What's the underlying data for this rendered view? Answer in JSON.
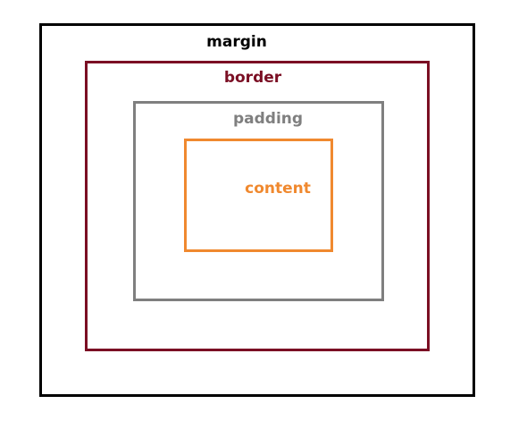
{
  "diagram": {
    "margin": {
      "label": "margin",
      "color": "#000000"
    },
    "border": {
      "label": "border",
      "color": "#7b0f24"
    },
    "padding": {
      "label": "padding",
      "color": "#7f7f7f"
    },
    "content": {
      "label": "content",
      "color": "#f0892f"
    }
  }
}
